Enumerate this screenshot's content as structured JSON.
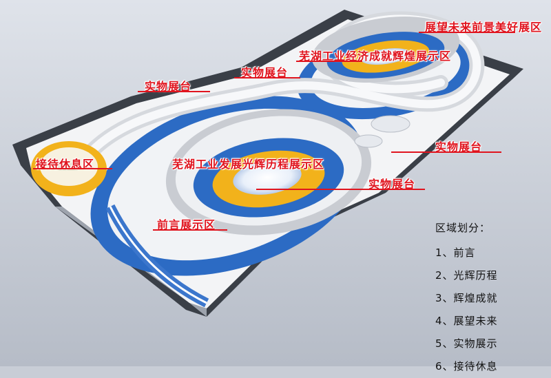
{
  "zones": {
    "future": "展望未来前景美好展区",
    "achievement": "芜湖工业经济成就辉煌展示区",
    "exhibit_top_center": "实物展台",
    "exhibit_left": "实物展台",
    "exhibit_right": "实物展台",
    "exhibit_bottom": "实物展台",
    "reception": "接待休息区",
    "history": "芜湖工业发展光辉历程展示区",
    "preface": "前言展示区"
  },
  "legend": {
    "title": "区域划分：",
    "items": [
      "1、前言",
      "2、光辉历程",
      "3、辉煌成就",
      "4、展望未来",
      "5、实物展示",
      "6、接待休息"
    ]
  },
  "colors": {
    "label_red": "#e0141e",
    "floor_blue": "#2c6bc4",
    "floor_yellow": "#f2b21b",
    "walls": "#e8eaee"
  }
}
